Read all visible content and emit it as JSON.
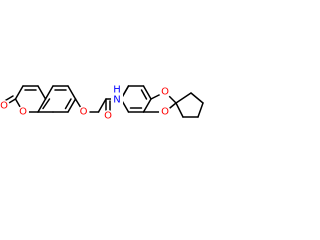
{
  "atom_colors": {
    "O": "#ff0000",
    "N": "#0000ff",
    "bond": "#000000",
    "background": "#ffffff"
  },
  "atoms": {
    "o_carbonyl_lactone": "O",
    "o_ring_lactone": "O",
    "o_ether": "O",
    "o_carbonyl_amide": "O",
    "n_amide": "N",
    "h_amide": "H",
    "o_dioxole_upper": "O",
    "o_dioxole_lower": "O"
  }
}
